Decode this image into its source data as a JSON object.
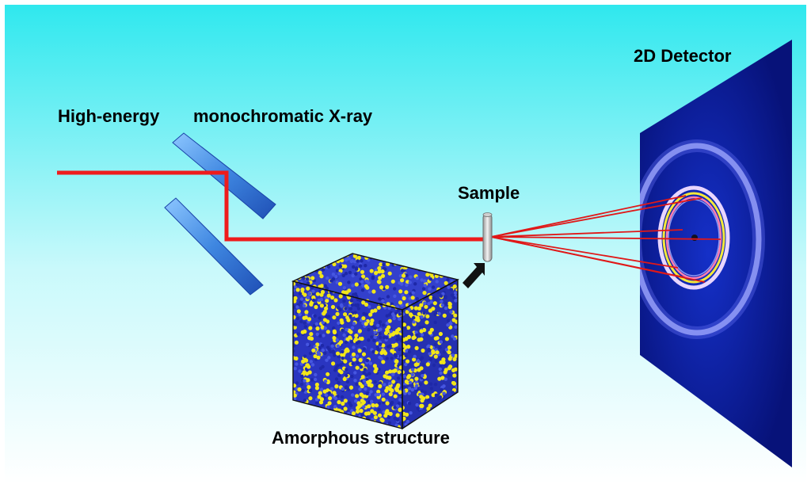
{
  "labels": {
    "beam_type_1": "High-energy",
    "beam_type_2": "monochromatic X-ray",
    "sample": "Sample",
    "detector": "2D Detector",
    "structure": "Amorphous structure"
  },
  "colors": {
    "background_top": "#2fe8ee",
    "background_bottom": "#ffffff",
    "beam": "#ee1c1c",
    "mirror": "#4a90e0",
    "detector": "#0b1a9a",
    "cube_atoms_blue": "#2a35c0",
    "cube_atoms_yellow": "#f2e61a",
    "text": "#000000"
  }
}
